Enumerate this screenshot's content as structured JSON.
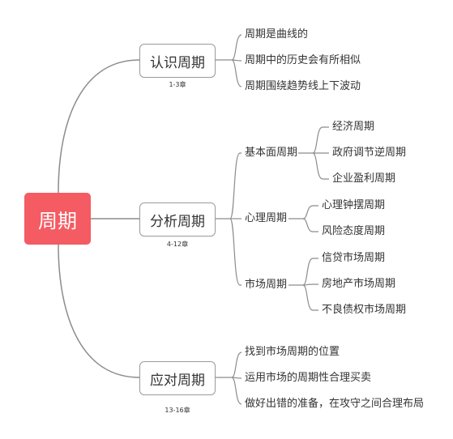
{
  "colors": {
    "root_bg": "#f45b63",
    "line": "#8c8c8c"
  },
  "root": {
    "label": "周期"
  },
  "branches": [
    {
      "label": "认识周期",
      "note": "1-3章",
      "items": [
        {
          "label": "周期是曲线的"
        },
        {
          "label": "周期中的历史会有所相似"
        },
        {
          "label": "周期围绕趋势线上下波动"
        }
      ]
    },
    {
      "label": "分析周期",
      "note": "4-12章",
      "items": [
        {
          "label": "基本面周期",
          "children": [
            "经济周期",
            "政府调节逆周期",
            "企业盈利周期"
          ]
        },
        {
          "label": "心理周期",
          "children": [
            "心理钟摆周期",
            "风险态度周期"
          ]
        },
        {
          "label": "市场周期",
          "children": [
            "信贷市场周期",
            "房地产市场周期",
            "不良债权市场周期"
          ]
        }
      ]
    },
    {
      "label": "应对周期",
      "note": "13-16章",
      "items": [
        {
          "label": "找到市场周期的位置"
        },
        {
          "label": "运用市场的周期性合理买卖"
        },
        {
          "label": "做好出错的准备，在攻守之间合理布局"
        }
      ]
    }
  ]
}
